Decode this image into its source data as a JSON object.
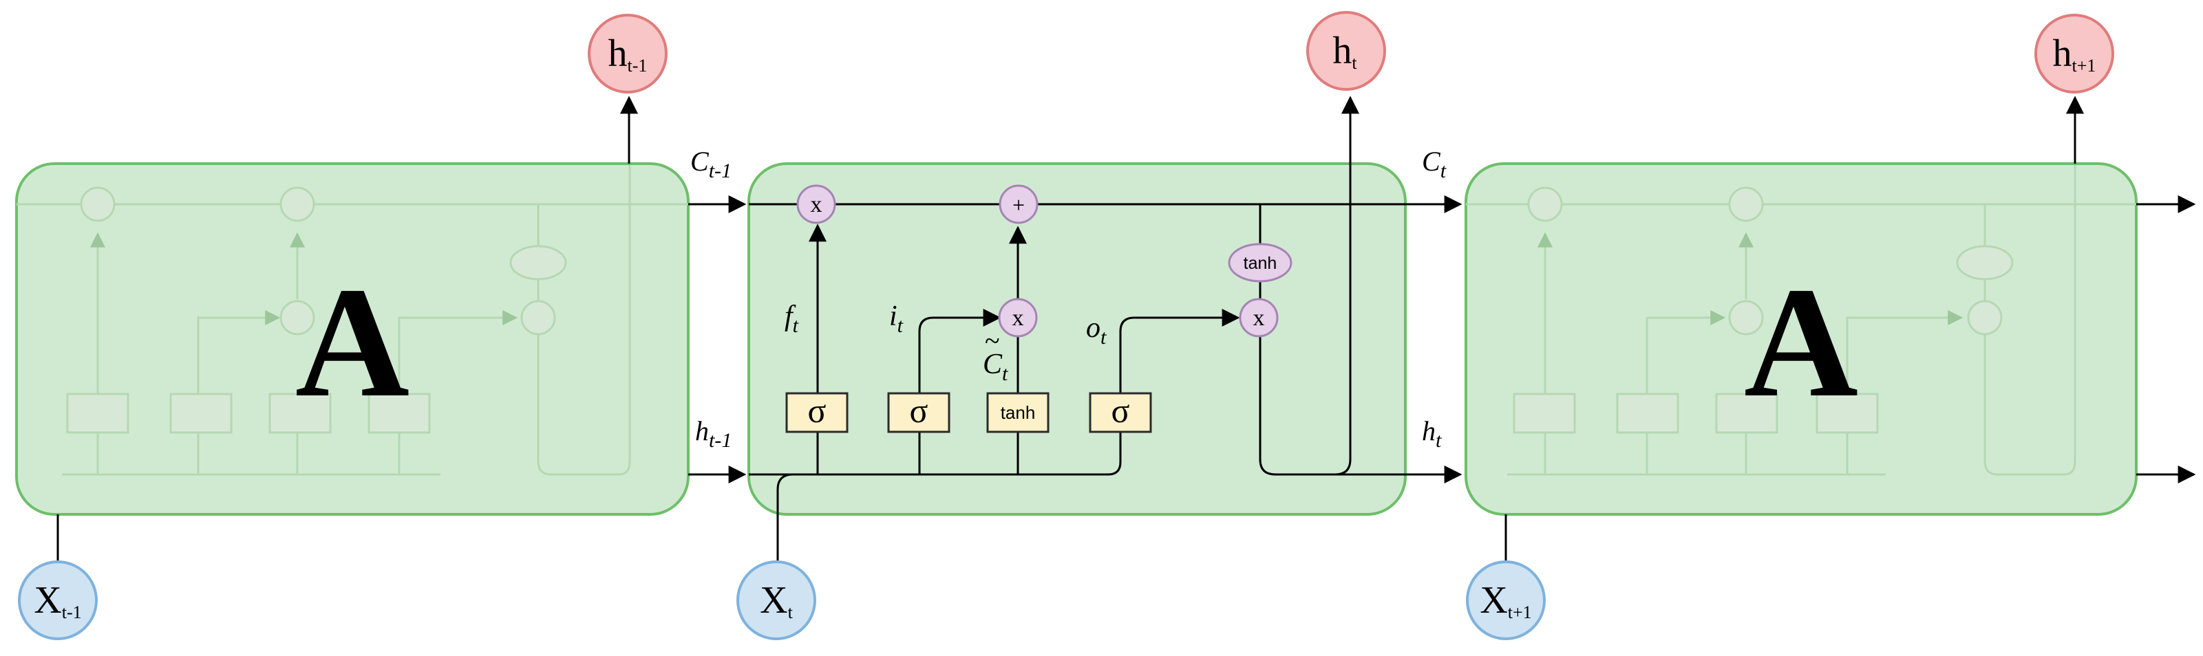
{
  "colors": {
    "cell_fill": "#d0ead2",
    "cell_stroke": "#6ebf6a",
    "op_fill": "#e6d0ea",
    "op_stroke": "#a584b3",
    "gate_fill": "#fdf1c9",
    "gate_stroke": "#2b2b2b",
    "output_fill": "#f8c6c6",
    "output_stroke": "#e07c7c",
    "input_fill": "#cfe3f3",
    "input_stroke": "#7fb2dd",
    "line": "#000000"
  },
  "cells": {
    "prev": {
      "letter": "A"
    },
    "next": {
      "letter": "A"
    }
  },
  "outputs": {
    "prev": {
      "base": "h",
      "sub": "t-1"
    },
    "curr": {
      "base": "h",
      "sub": "t"
    },
    "next": {
      "base": "h",
      "sub": "t+1"
    }
  },
  "inputs": {
    "prev": {
      "base": "X",
      "sub": "t-1"
    },
    "curr": {
      "base": "X",
      "sub": "t"
    },
    "next": {
      "base": "X",
      "sub": "t+1"
    }
  },
  "labels": {
    "c_prev": {
      "base": "C",
      "sub": "t-1"
    },
    "c_curr": {
      "base": "C",
      "sub": "t"
    },
    "h_prev": {
      "base": "h",
      "sub": "t-1"
    },
    "h_curr": {
      "base": "h",
      "sub": "t"
    },
    "f_t": {
      "base": "f",
      "sub": "t"
    },
    "i_t": {
      "base": "i",
      "sub": "t"
    },
    "c_tilde": {
      "base": "C",
      "sub": "t",
      "accent": "~"
    },
    "o_t": {
      "base": "o",
      "sub": "t"
    }
  },
  "ops": {
    "mult": "x",
    "add": "+",
    "tanh": "tanh"
  },
  "gates": {
    "forget": "σ",
    "input": "σ",
    "candidate": "tanh",
    "output": "σ"
  }
}
